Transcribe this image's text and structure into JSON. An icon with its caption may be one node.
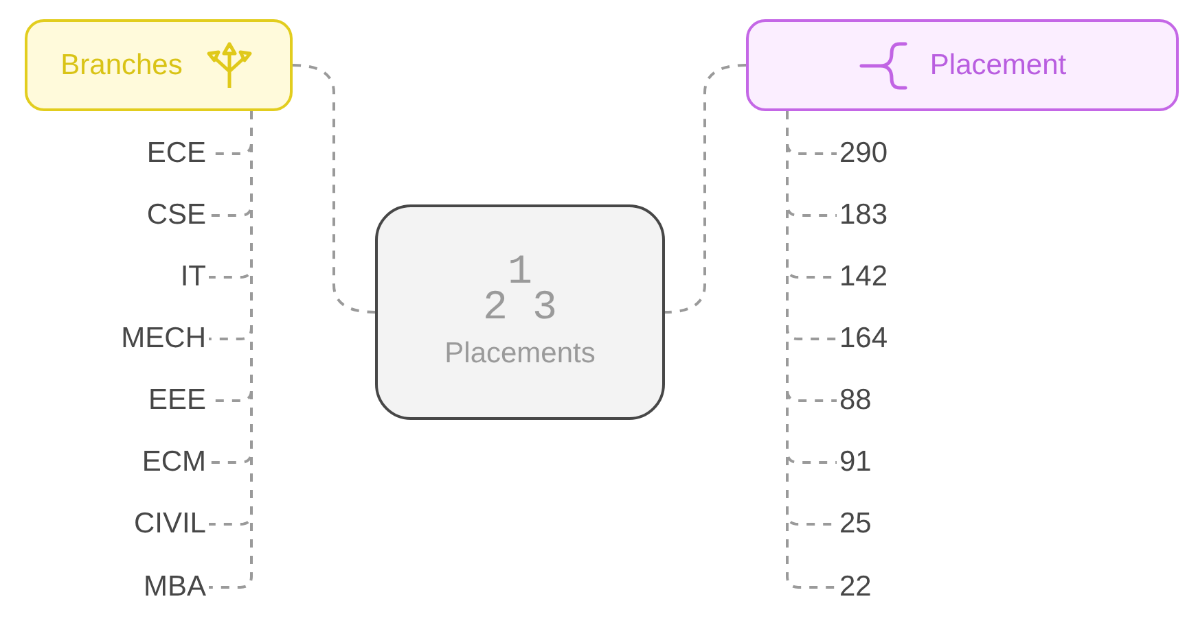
{
  "diagram": {
    "nodes": [
      {
        "text": [
          "1",
          "2 3",
          "Placements"
        ]
      },
      {
        "text": [
          "Branches"
        ]
      },
      {
        "text": [
          "Placement"
        ]
      },
      {
        "text": [
          "ECE"
        ]
      },
      {
        "text": [
          "CSE"
        ]
      },
      {
        "text": [
          "IT"
        ]
      },
      {
        "text": [
          "MECH"
        ]
      },
      {
        "text": [
          "EEE"
        ]
      },
      {
        "text": [
          "ECM"
        ]
      },
      {
        "text": [
          "CIVIL"
        ]
      },
      {
        "text": [
          "MBA"
        ]
      },
      {
        "text": [
          "290"
        ]
      },
      {
        "text": [
          "183"
        ]
      },
      {
        "text": [
          "142"
        ]
      },
      {
        "text": [
          "164"
        ]
      },
      {
        "text": [
          "88"
        ]
      },
      {
        "text": [
          "91"
        ]
      },
      {
        "text": [
          "25"
        ]
      },
      {
        "text": [
          "22"
        ]
      }
    ],
    "edges": [
      {
        "from": 1,
        "to": 0,
        "arrow": "none"
      },
      {
        "from": 2,
        "to": 0,
        "arrow": "none"
      },
      {
        "from": 1,
        "to": 3,
        "arrow": "none"
      },
      {
        "from": 1,
        "to": 4,
        "arrow": "none"
      },
      {
        "from": 1,
        "to": 5,
        "arrow": "none"
      },
      {
        "from": 1,
        "to": 6,
        "arrow": "none"
      },
      {
        "from": 1,
        "to": 7,
        "arrow": "none"
      },
      {
        "from": 1,
        "to": 8,
        "arrow": "none"
      },
      {
        "from": 1,
        "to": 9,
        "arrow": "none"
      },
      {
        "from": 1,
        "to": 10,
        "arrow": "none"
      },
      {
        "from": 2,
        "to": 11,
        "arrow": "none"
      },
      {
        "from": 2,
        "to": 12,
        "arrow": "none"
      },
      {
        "from": 2,
        "to": 13,
        "arrow": "none"
      },
      {
        "from": 2,
        "to": 14,
        "arrow": "none"
      },
      {
        "from": 2,
        "to": 15,
        "arrow": "none"
      },
      {
        "from": 2,
        "to": 16,
        "arrow": "none"
      },
      {
        "from": 2,
        "to": 17,
        "arrow": "none"
      },
      {
        "from": 2,
        "to": 18,
        "arrow": "none"
      }
    ]
  }
}
